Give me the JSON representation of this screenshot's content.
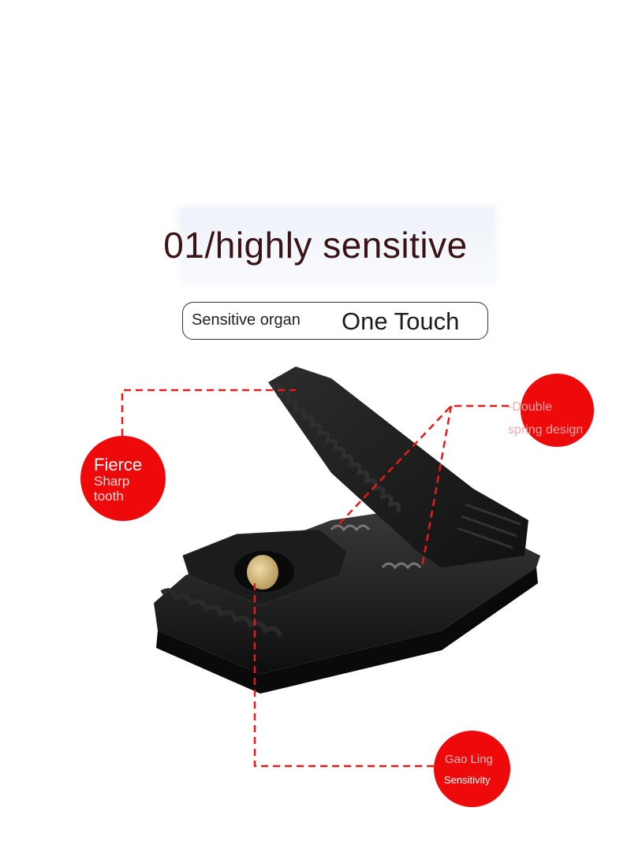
{
  "headline": "01/highly sensitive",
  "tagline": {
    "left": "Sensitive organ",
    "right": "One Touch"
  },
  "callouts": {
    "tooth": {
      "line1": "Fierce",
      "line2": "Sharp",
      "line3": "tooth"
    },
    "spring": {
      "line1": "-Double",
      "line2": "spring design"
    },
    "sensitivity": {
      "line1": "Gao Ling",
      "line2": "Sensitivity"
    }
  },
  "colors": {
    "accent_red": "#ee0a0a",
    "headline": "#3a1414",
    "trap_body": "#1a1a1a",
    "bait": "#d8c088"
  }
}
